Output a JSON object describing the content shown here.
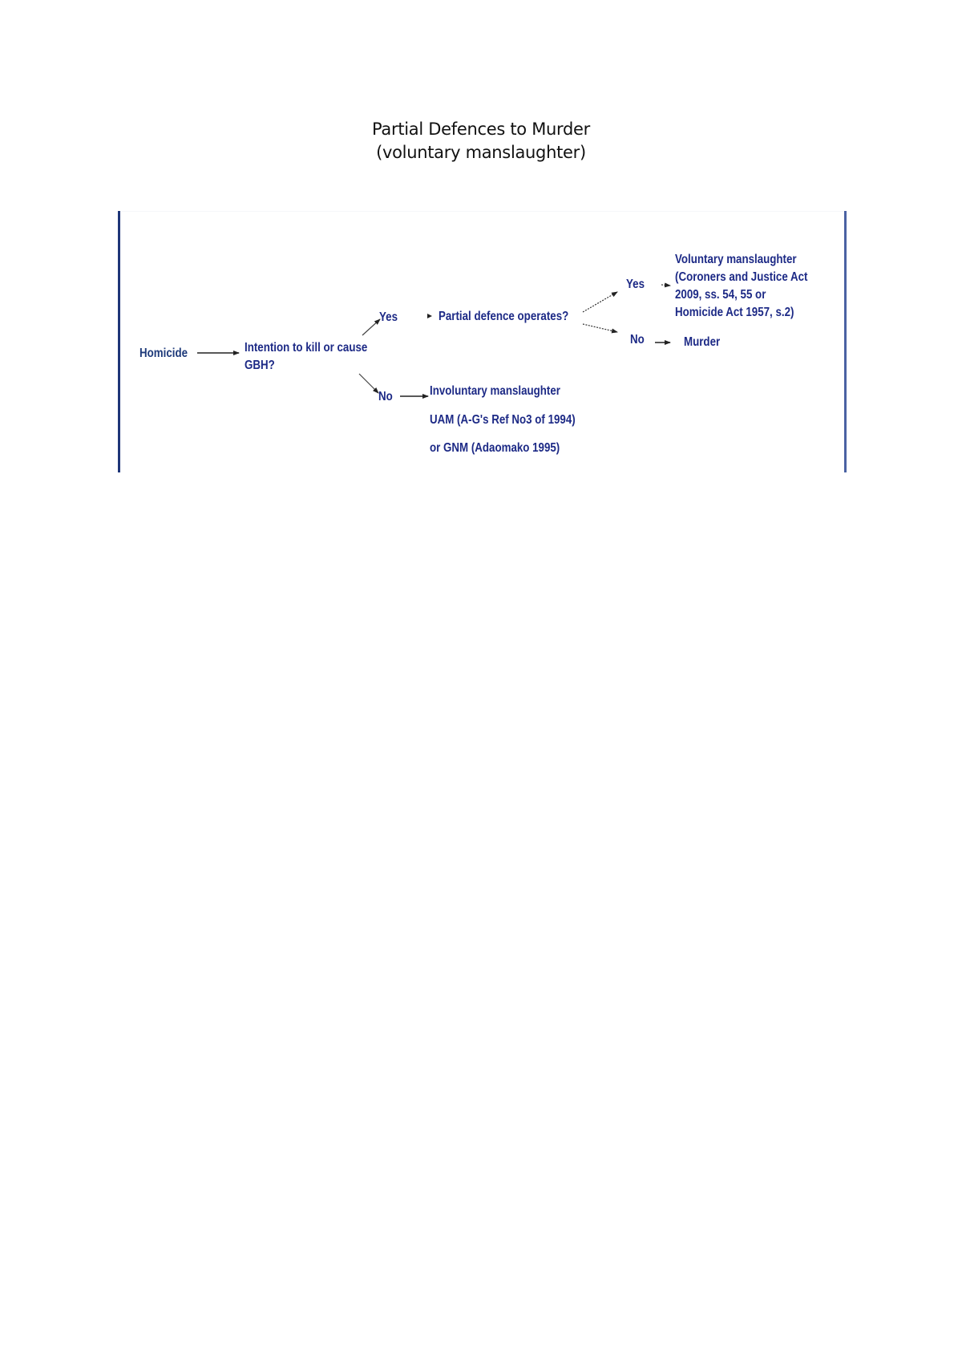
{
  "title": {
    "line1": "Partial Defences to Murder",
    "line2": "(voluntary manslaughter)"
  },
  "diagram": {
    "nodes": {
      "homicide": "Homicide",
      "intention_line1": "Intention to kill or cause",
      "intention_line2": "GBH?",
      "yes1": "Yes",
      "partial_defence": "Partial defence operates?",
      "yes2": "Yes",
      "voluntary_line1": "Voluntary manslaughter",
      "voluntary_line2": "(Coroners and Justice Act",
      "voluntary_line3": "2009, ss. 54, 55 or",
      "voluntary_line4": "Homicide Act 1957, s.2)",
      "no2": "No",
      "murder": "Murder",
      "no1": "No",
      "involuntary_line1": "Involuntary manslaughter",
      "involuntary_line2": "UAM (A-G's Ref No3 of 1994)",
      "involuntary_line3": "or GNM (Adaomako 1995)"
    },
    "edges": [
      {
        "from": "Homicide",
        "to": "Intention to kill or cause GBH?",
        "style": "solid"
      },
      {
        "from": "Intention to kill or cause GBH?",
        "to": "Yes",
        "style": "solid"
      },
      {
        "from": "Yes",
        "to": "Partial defence operates?",
        "style": "solid"
      },
      {
        "from": "Intention to kill or cause GBH?",
        "to": "No",
        "style": "solid"
      },
      {
        "from": "No",
        "to": "Involuntary manslaughter",
        "style": "solid"
      },
      {
        "from": "Partial defence operates?",
        "to": "Yes",
        "style": "dashed"
      },
      {
        "from": "Partial defence operates?",
        "to": "No",
        "style": "dashed"
      },
      {
        "from": "Yes",
        "to": "Voluntary manslaughter",
        "style": "dashed"
      },
      {
        "from": "No",
        "to": "Murder",
        "style": "solid"
      }
    ],
    "colors": {
      "text": "#1d2a86",
      "frame_left": "#1e3578",
      "frame_right": "#4a62a3",
      "arrow": "#222222"
    }
  }
}
